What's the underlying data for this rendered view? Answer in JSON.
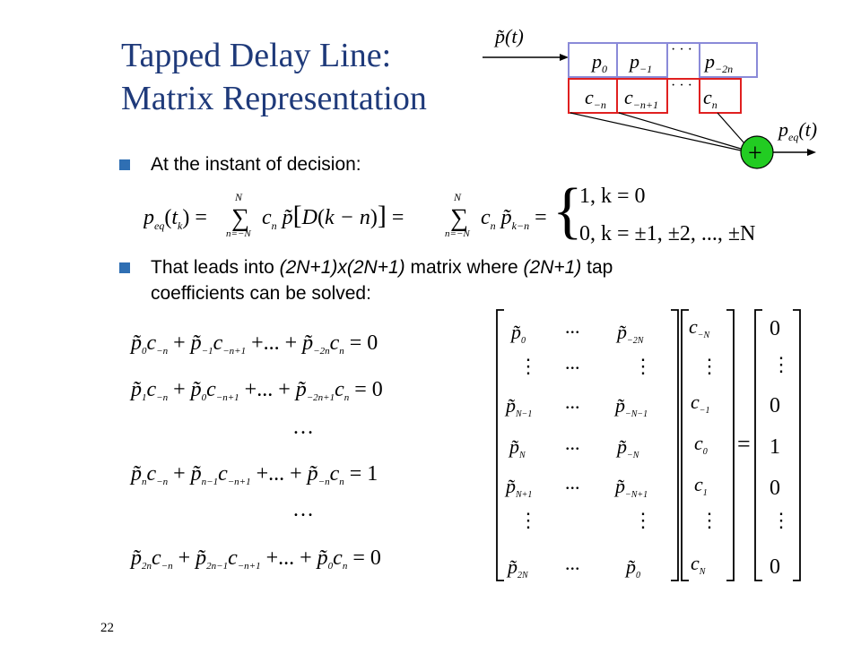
{
  "slide": {
    "title_line1": "Tapped Delay Line:",
    "title_line2": "Matrix Representation",
    "bullet1": "At the instant of decision:",
    "bullet2_pre": "That leads into ",
    "bullet2_em1": "(2N+1)x(2N+1)",
    "bullet2_mid": " matrix where ",
    "bullet2_em2": "(2N+1)",
    "bullet2_post": " tap",
    "bullet2_line2": "coefficients can be solved:",
    "page_number": "22"
  },
  "diagram": {
    "input_label": "p̃(t)",
    "output_label_base": "p",
    "output_label_sub": "eq",
    "output_label_arg": "(t)",
    "adder_symbol": "+",
    "ellipsis": "· · ·",
    "colors": {
      "top_cells": "#8a8ad8",
      "bottom_cells": "#e02020",
      "adder": "#22cc22",
      "title": "#1f3a7a",
      "bullet": "#2f6fb3"
    }
  },
  "formula": {
    "piece1": "1, k = 0",
    "piece2": "0, k = ±1, ±2, ..., ±N"
  },
  "equations": {
    "dots": "…"
  }
}
